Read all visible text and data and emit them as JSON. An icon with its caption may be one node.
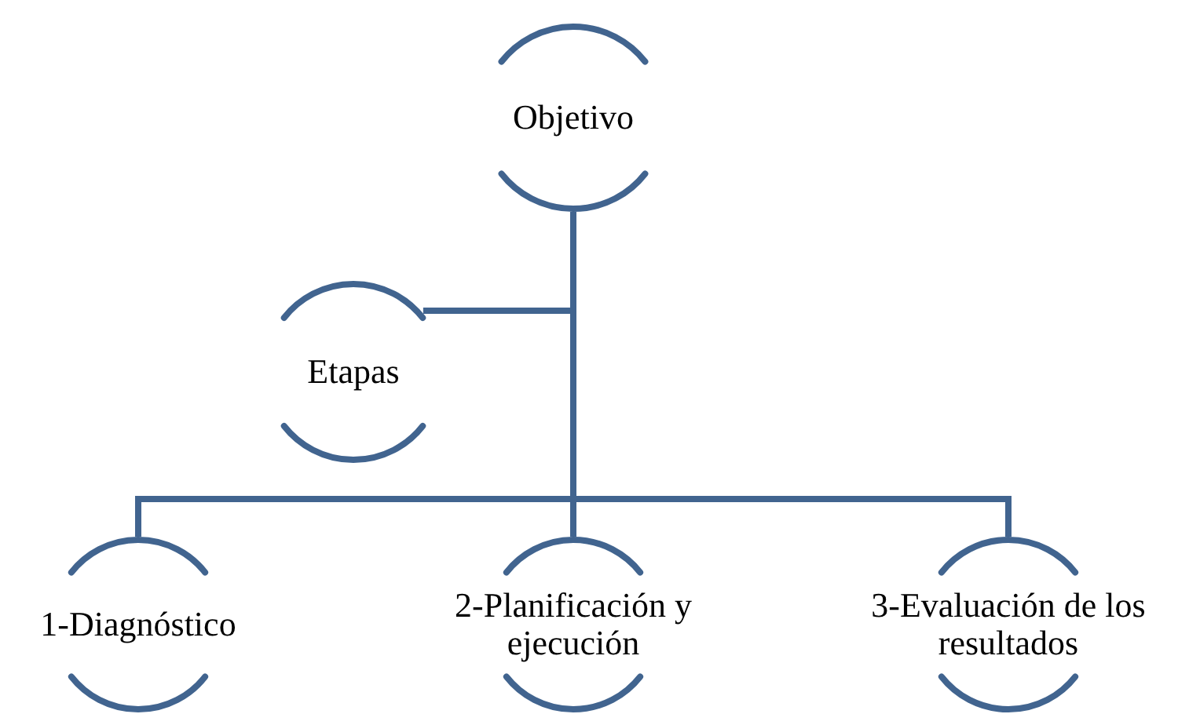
{
  "diagram": {
    "nodes": [
      {
        "text": [
          "Objetivo"
        ]
      },
      {
        "text": [
          "Etapas"
        ]
      },
      {
        "text": [
          "1-Diagnóstico"
        ]
      },
      {
        "text": [
          "2-Planificación y ejecución"
        ]
      },
      {
        "text": [
          "3-Evaluación de los resultados"
        ]
      }
    ],
    "edges": [
      {
        "from": 0,
        "to": 1,
        "arrow": "none"
      },
      {
        "from": 0,
        "to": 2,
        "arrow": "none"
      },
      {
        "from": 0,
        "to": 3,
        "arrow": "none"
      },
      {
        "from": 0,
        "to": 4,
        "arrow": "none"
      }
    ]
  }
}
